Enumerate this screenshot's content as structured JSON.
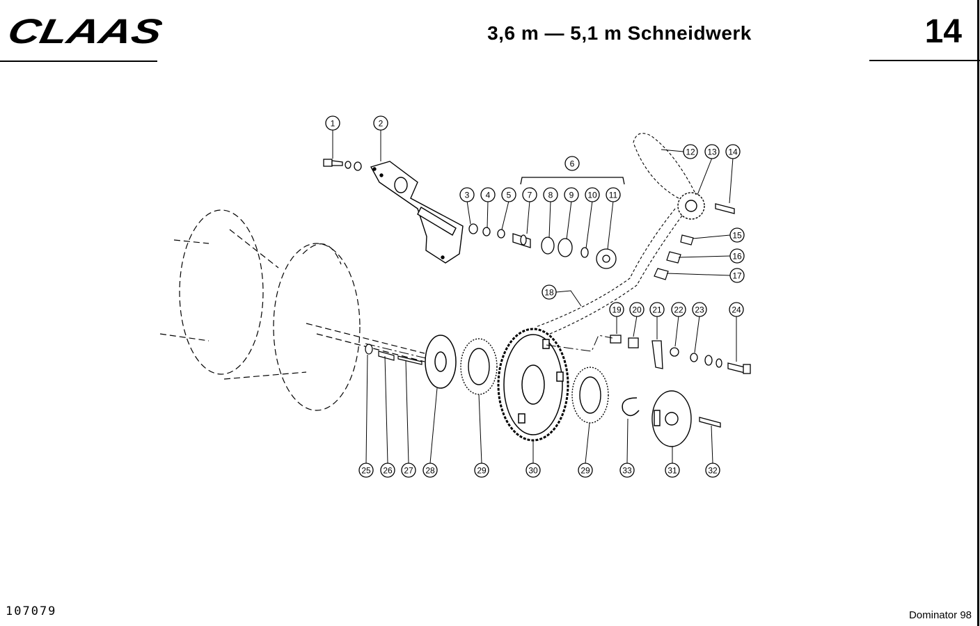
{
  "header": {
    "brand": "CLAAS",
    "title": "3,6 m — 5,1 m Schneidwerk",
    "page_number": "14"
  },
  "footer": {
    "drawing_number": "107079",
    "model": "Dominator 98"
  },
  "group_label": "6",
  "callouts": [
    "1",
    "2",
    "3",
    "4",
    "5",
    "7",
    "8",
    "9",
    "10",
    "11",
    "12",
    "13",
    "14",
    "15",
    "16",
    "17",
    "18",
    "19",
    "20",
    "21",
    "22",
    "23",
    "24",
    "25",
    "26",
    "27",
    "28",
    "29",
    "30",
    "29",
    "33",
    "31",
    "32"
  ]
}
